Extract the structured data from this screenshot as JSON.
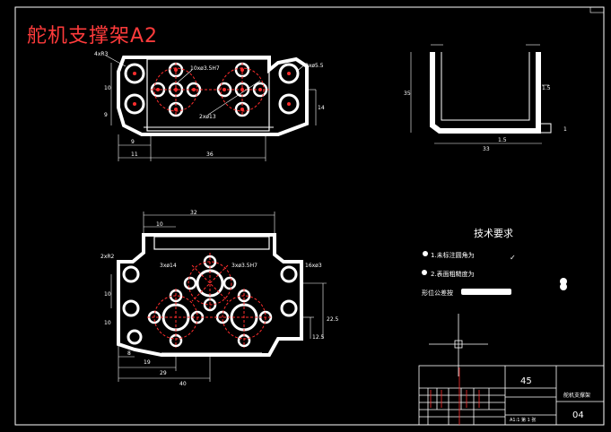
{
  "drawing": {
    "title": "舵机支撑架A2",
    "tech_requirements": {
      "heading": "技术要求",
      "lines": [
        "1.未标注圆角为",
        "2.表面粗糙度为",
        "形位公差按"
      ]
    },
    "title_block": {
      "quantity": "45",
      "part_name": "舵机支撑架",
      "sheet": "04",
      "scale_label": "A1:1 第 1 张"
    },
    "dimensions": {
      "top_view": [
        "4xR3",
        "10xø3.5H7",
        "2xø13",
        "2xø5.5",
        "10",
        "9",
        "9",
        "11",
        "36",
        "14"
      ],
      "side_view": [
        "35",
        "33",
        "1.5",
        "1",
        "1.5"
      ],
      "front_view": [
        "32",
        "10",
        "2xR2",
        "3xø14",
        "3xø3.5H7",
        "16xø3",
        "10",
        "10",
        "19",
        "29",
        "40",
        "22.5",
        "12.5",
        "8"
      ]
    }
  },
  "colors": {
    "background": "#000000",
    "lines": "#ffffff",
    "red": "#ff2d2d",
    "title": "#ff3b3b"
  }
}
